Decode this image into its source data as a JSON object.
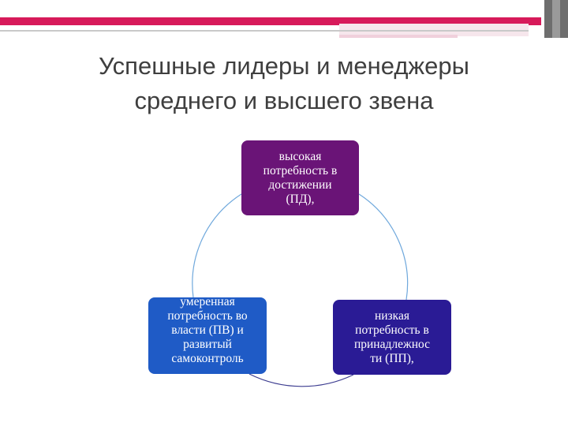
{
  "slide": {
    "title_line1": "Успешные лидеры и менеджеры",
    "title_line2": "среднего и высшего звена"
  },
  "colors": {
    "accent_stripe": "#d71a5a",
    "node_top": "#6a1477",
    "node_left": "#1f5bc6",
    "node_right": "#2a1b95",
    "cycle_line": "#6fa8dc"
  },
  "diagram": {
    "nodes": [
      {
        "id": "top",
        "lines": [
          "высокая",
          "потребность в",
          "достижении",
          "(ПД),"
        ]
      },
      {
        "id": "right",
        "lines": [
          "низкая",
          "потребность в",
          "принадлежнос",
          "ти (ПП),"
        ]
      },
      {
        "id": "left",
        "lines": [
          "умеренная",
          "потребность во",
          "власти (ПВ) и",
          "развитый",
          "самоконтроль"
        ]
      }
    ]
  }
}
